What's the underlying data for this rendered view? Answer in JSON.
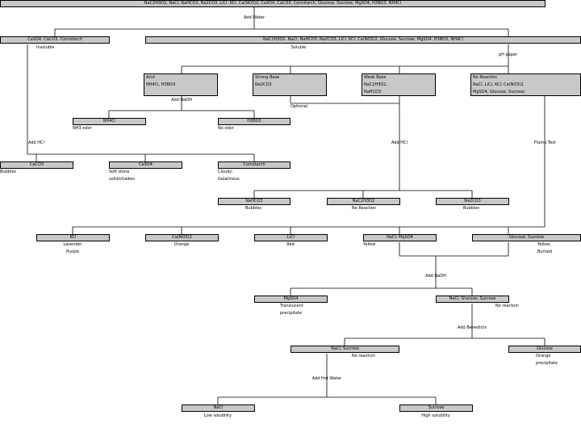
{
  "root": "NaC2H3O2, NaCl, NaHCO3, Na2CO3, LiCl, KCl, Ca(NO3)2, CaSO4, CaCO3, Cornstarch, Glucose, Sucrose, MgSO4, H3BO3, NH4Cl",
  "steps": {
    "add_water": "Add Water",
    "ph_paper": "pH paper",
    "add_naoh_acid": "Add NaOH",
    "optional": "Optional",
    "add_hcl_left": "Add HCl",
    "add_hcl_mid": "Add HCl",
    "flame_test": "Flame Test",
    "add_naoh_2": "Add NaOH",
    "add_benedicts": "Add Benedicts",
    "add_hot_water": "Add Hot Water"
  },
  "insoluble": {
    "box": "CaSO4, CaCO3, Cornstarch",
    "note": "Insoluble"
  },
  "soluble": {
    "box": "NaC2H3O2, NaCl, NaHCO3, Na2CO3, LiCl, KCl, Ca(NO3)2, Glucose, Sucrose, MgSO4, H3BO3, NH4Cl",
    "note": "Soluble"
  },
  "acid": {
    "title": "Acid",
    "items": "NH4Cl, H3BO3"
  },
  "strong_base": {
    "title": "Strong Base",
    "items": "Na2CO3"
  },
  "weak_base": {
    "title": "Weak Base",
    "items": [
      "NaC2H3O2,",
      "NaHCO3"
    ]
  },
  "no_reaction": {
    "title": "No Reaction",
    "items": [
      "NaCl, LiCl, KCl, Ca(NO3)2",
      "MgSO4, Glucose, Sucrose"
    ]
  },
  "nh4cl": {
    "box": "NH4Cl",
    "note": "NH3 odor"
  },
  "h3bo3": {
    "box": "H3BO3",
    "note": "No odor"
  },
  "caco3": {
    "box": "CaCO3",
    "note": "Bubbles"
  },
  "caso4": {
    "box": "CaSO4",
    "note": [
      "Soft stone",
      "solid/chalkes"
    ]
  },
  "cornstarch": {
    "box": "Cornstarch",
    "note": [
      "Cloudy,",
      "Gelatinous"
    ]
  },
  "nahco3": {
    "box": "NaHCO3",
    "note": "Bubbles"
  },
  "nac2h3o2": {
    "box": "NaC2H3O2",
    "note": "No Reaction"
  },
  "na2co3": {
    "box": "Na2CO3",
    "note": "Bubbles"
  },
  "kcl": {
    "box": "KCl",
    "note": [
      "Lavender",
      "Purple"
    ]
  },
  "cano3": {
    "box": "Ca(NO3)2",
    "note": "Orange"
  },
  "licl": {
    "box": "LiCl",
    "note": "Red"
  },
  "nacl_mgso4": {
    "box": "NaCl, MgSO4",
    "note": "Yellow"
  },
  "glucose_sucrose": {
    "box": "Glucose, Sucrose",
    "note": [
      "Yellow,",
      "Burned"
    ]
  },
  "mgso4": {
    "box": "MgSO4",
    "note": [
      "Translucent",
      "precipitate"
    ]
  },
  "nacl_glu_suc": {
    "box": "NaCl, Glucose, Sucrose",
    "note": "No reaction"
  },
  "nacl_sucrose": {
    "box": "NaCl, Sucrose",
    "note": "No reaction"
  },
  "glucose": {
    "box": "Glucose",
    "note": [
      "Orange",
      "precipitate"
    ]
  },
  "nacl": {
    "box": "NaCl",
    "note": "Low solubility"
  },
  "sucrose": {
    "box": "Sucrose",
    "note": "High solubility"
  }
}
